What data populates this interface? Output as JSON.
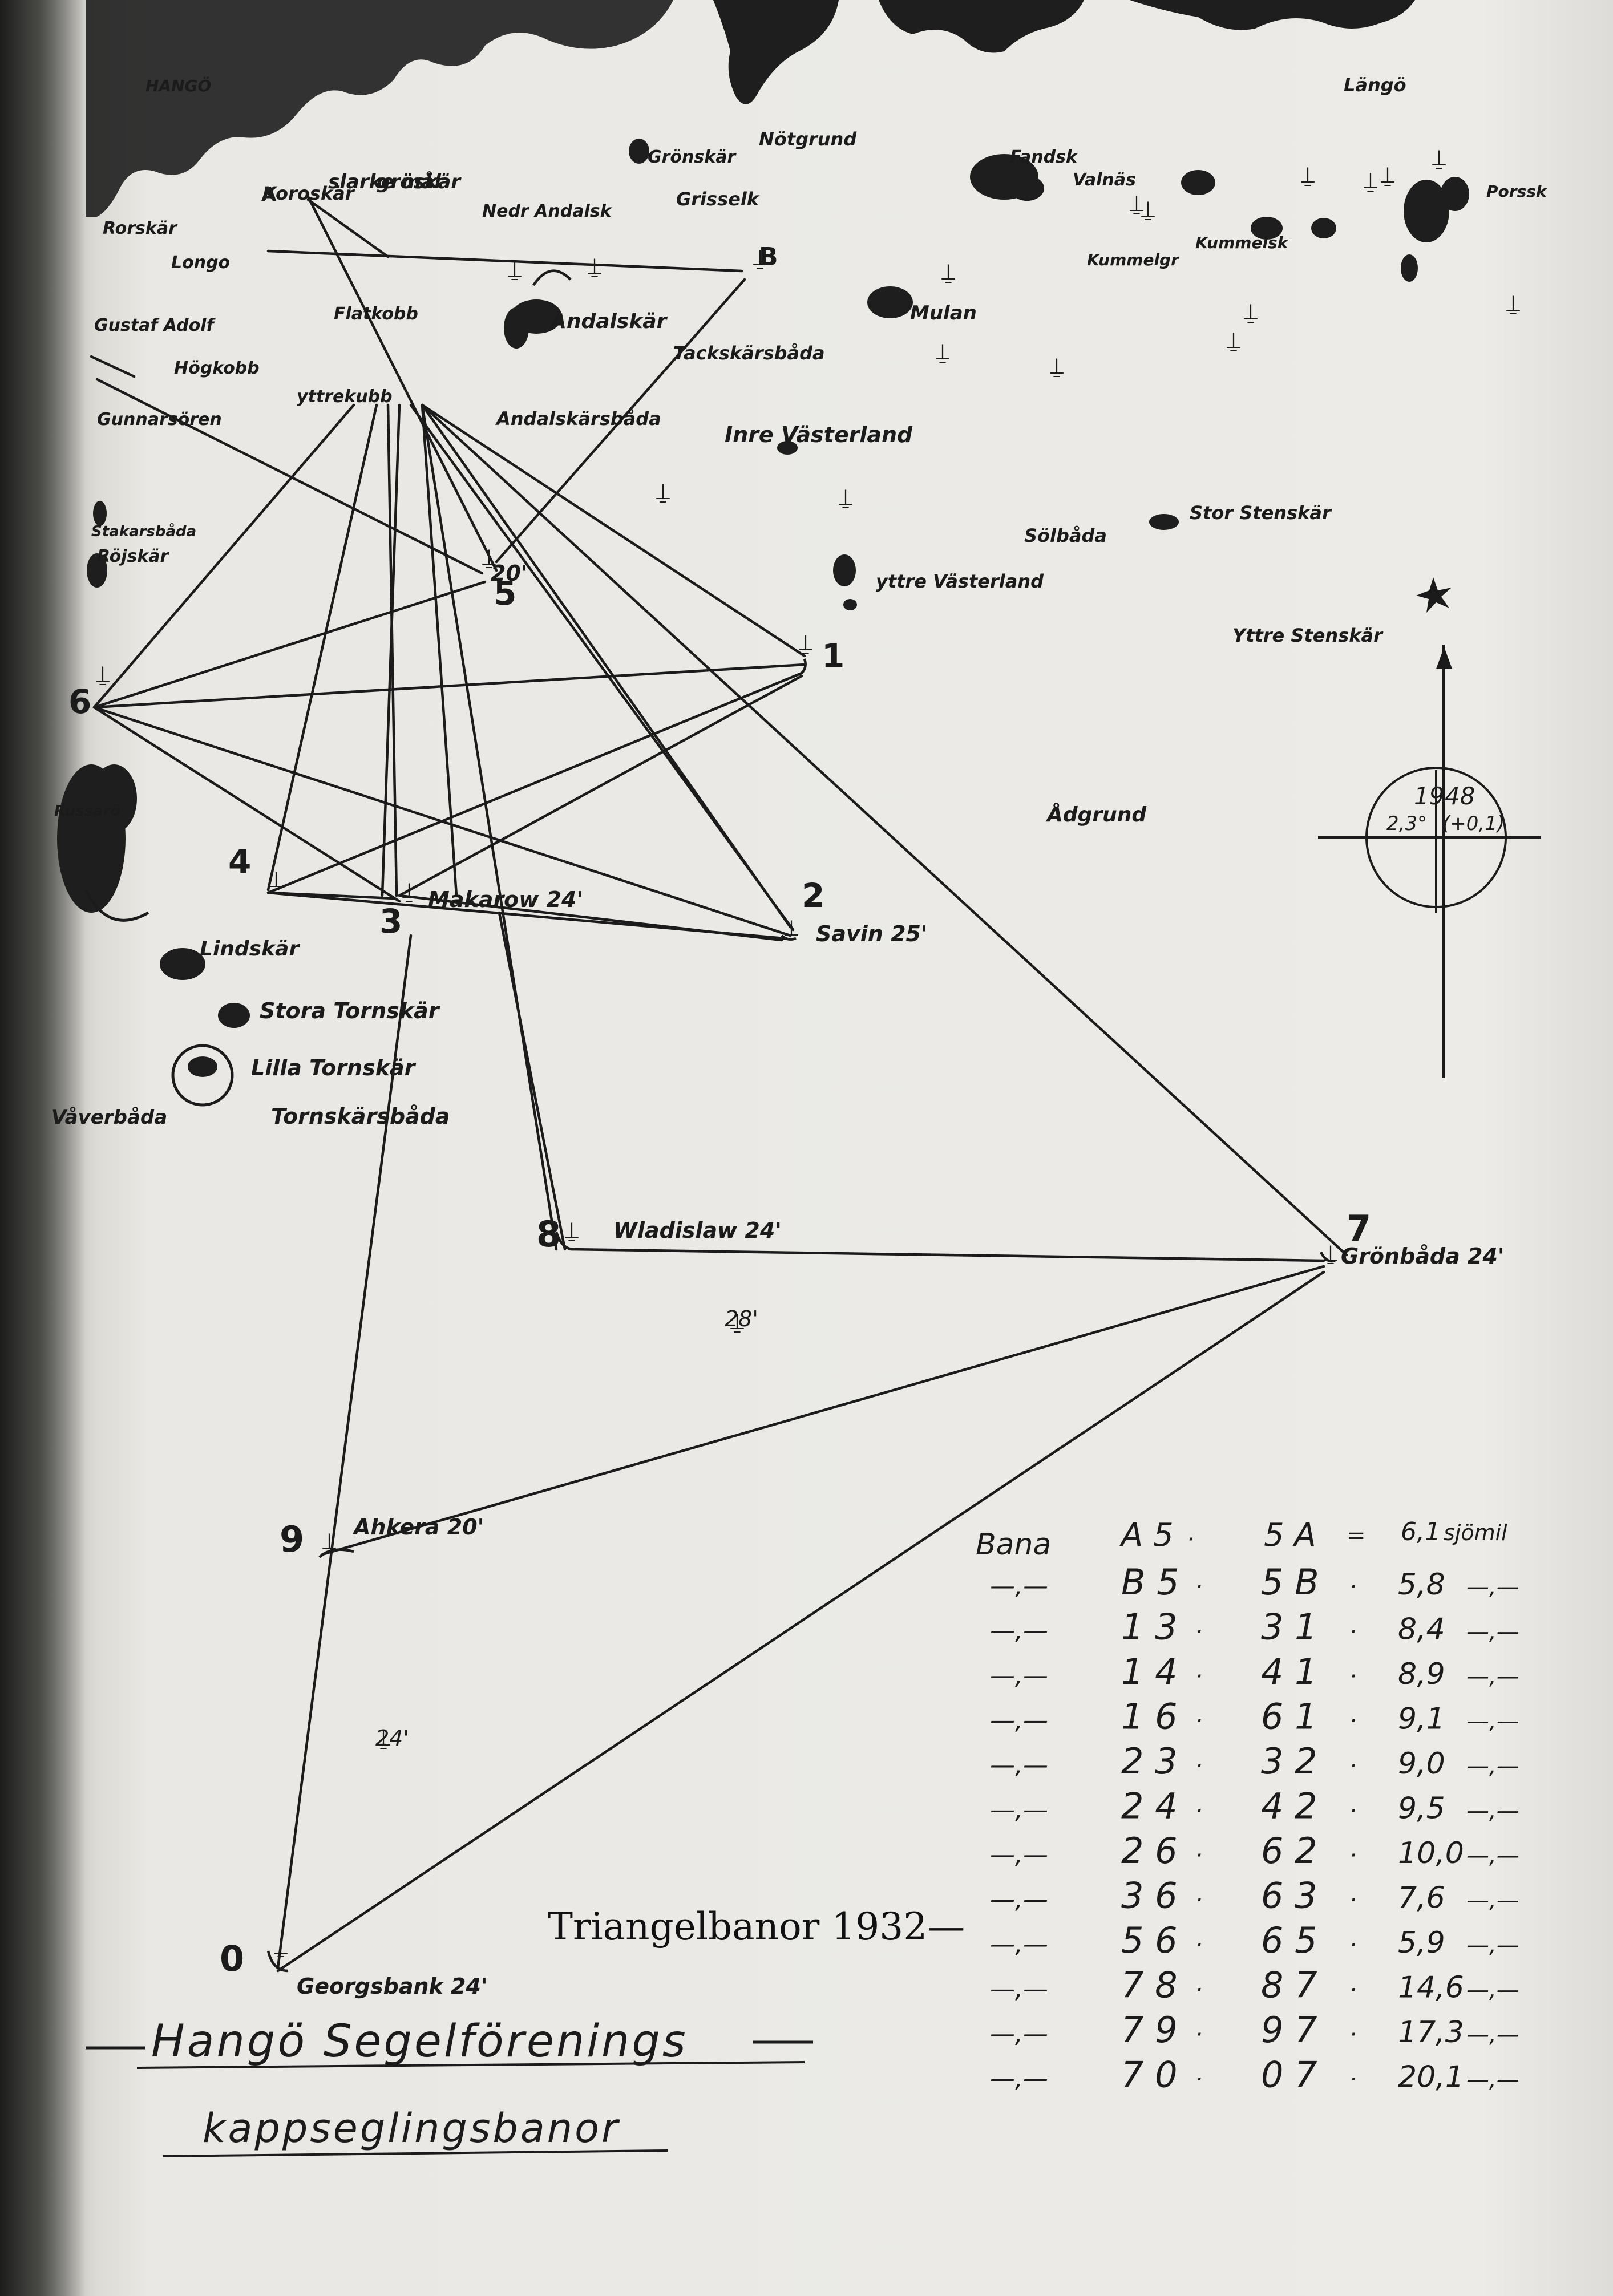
{
  "map": {
    "place_names": [
      {
        "id": "hango",
        "text": "HANGÖ"
      },
      {
        "id": "skarkrnal",
        "text": "slarke mål"
      },
      {
        "id": "groskar",
        "text": "gröskär"
      },
      {
        "id": "koroskar",
        "text": "Koroskär"
      },
      {
        "id": "rorskar",
        "text": "Rorskär"
      },
      {
        "id": "nedre-andelsk",
        "text": "Nedr Andalsk"
      },
      {
        "id": "gronskar",
        "text": "Grönskär"
      },
      {
        "id": "notgrund",
        "text": "Nötgrund"
      },
      {
        "id": "grisselk",
        "text": "Grisselk"
      },
      {
        "id": "andalskar",
        "text": "Andalskär"
      },
      {
        "id": "flotkobb",
        "text": "Flatkobb"
      },
      {
        "id": "yttrekobb",
        "text": "yttrekubb"
      },
      {
        "id": "hogkobb",
        "text": "Högkobb"
      },
      {
        "id": "gustaf-adolf",
        "text": "Gustaf Adolf"
      },
      {
        "id": "longo",
        "text": "Longo"
      },
      {
        "id": "gunnarsoren",
        "text": "Gunnarsören"
      },
      {
        "id": "rojskar",
        "text": "Röjskär"
      },
      {
        "id": "stakarsbada",
        "text": "Stakarsbåda"
      },
      {
        "id": "andalskarsbada",
        "text": "Andalskärsbåda"
      },
      {
        "id": "tackskarsbada",
        "text": "Tackskärsbåda"
      },
      {
        "id": "inre-vasterland",
        "text": "Inre Västerland"
      },
      {
        "id": "yttre-vasterland",
        "text": "yttre Västerland"
      },
      {
        "id": "solbada",
        "text": "Sölbåda"
      },
      {
        "id": "stor-stenskar",
        "text": "Stor Stenskär"
      },
      {
        "id": "yttre-stenskar",
        "text": "Yttre Stenskär"
      },
      {
        "id": "mulan",
        "text": "Mulan"
      },
      {
        "id": "fandsk",
        "text": "Fandsk"
      },
      {
        "id": "valnas",
        "text": "Valnäs"
      },
      {
        "id": "kummelgr",
        "text": "Kummelgr"
      },
      {
        "id": "kummelsk",
        "text": "Kummelsk"
      },
      {
        "id": "longo-e",
        "text": "Längö"
      },
      {
        "id": "porssk",
        "text": "Porssk"
      },
      {
        "id": "adgrund",
        "text": "Ådgrund"
      },
      {
        "id": "russaro",
        "text": "Russarö"
      },
      {
        "id": "lindskar",
        "text": "Lindskär"
      },
      {
        "id": "stora-tornskar",
        "text": "Stora Tornskär"
      },
      {
        "id": "lilla-tornskar",
        "text": "Lilla Tornskär"
      },
      {
        "id": "tornskarsbada",
        "text": "Tornskärsbåda"
      },
      {
        "id": "vaverbada",
        "text": "Våverbåda"
      }
    ],
    "marks": [
      {
        "id": "m1",
        "number": "1",
        "name": ""
      },
      {
        "id": "m2",
        "number": "2",
        "name": "Savin 25'"
      },
      {
        "id": "m3",
        "number": "3",
        "name": "Makarow 24'"
      },
      {
        "id": "m4",
        "number": "4",
        "name": ""
      },
      {
        "id": "m5",
        "number": "5",
        "name": "20'"
      },
      {
        "id": "m6",
        "number": "6",
        "name": ""
      },
      {
        "id": "m7",
        "number": "7",
        "name": "Grönbåda 24'"
      },
      {
        "id": "m8",
        "number": "8",
        "name": "Wladislaw 24'"
      },
      {
        "id": "m9",
        "number": "9",
        "name": "Ahkera 20'"
      },
      {
        "id": "m0",
        "number": "0",
        "name": "Georgsbank 24'"
      },
      {
        "id": "mA",
        "number": "A",
        "name": ""
      },
      {
        "id": "mB",
        "number": "B",
        "name": ""
      }
    ],
    "depths": [
      "28'",
      "24'"
    ],
    "compass": {
      "year_left": "19",
      "year_right": "48",
      "variation": "2,3°",
      "annual": "(+0,1)"
    },
    "title_line1": "Hangö Segelförenings",
    "title_line2": "kappseglingsbanor"
  },
  "table": {
    "header": {
      "bana": "Bana",
      "a": "A 5",
      "b": "5 A",
      "dist": "6,1",
      "unit": "sjömil"
    },
    "ditto": "—,—",
    "rows": [
      {
        "a": "B 5",
        "b": "5 B",
        "dist": "5,8"
      },
      {
        "a": "1 3",
        "b": "3 1",
        "dist": "8,4"
      },
      {
        "a": "1 4",
        "b": "4 1",
        "dist": "8,9"
      },
      {
        "a": "1 6",
        "b": "6 1",
        "dist": "9,1"
      },
      {
        "a": "2 3",
        "b": "3 2",
        "dist": "9,0"
      },
      {
        "a": "2 4",
        "b": "4 2",
        "dist": "9,5"
      },
      {
        "a": "2 6",
        "b": "6 2",
        "dist": "10,0"
      },
      {
        "a": "3 6",
        "b": "6 3",
        "dist": "7,6"
      },
      {
        "a": "5 6",
        "b": "6 5",
        "dist": "5,9"
      },
      {
        "a": "7 8",
        "b": "8 7",
        "dist": "14,6"
      },
      {
        "a": "7 9",
        "b": "9 7",
        "dist": "17,3"
      },
      {
        "a": "7 0",
        "b": "0 7",
        "dist": "20,1"
      }
    ]
  },
  "caption": "Triangelbanor 1932—",
  "colors": {
    "ink": "#1b1b1b",
    "paper": "#e9e8e4"
  }
}
